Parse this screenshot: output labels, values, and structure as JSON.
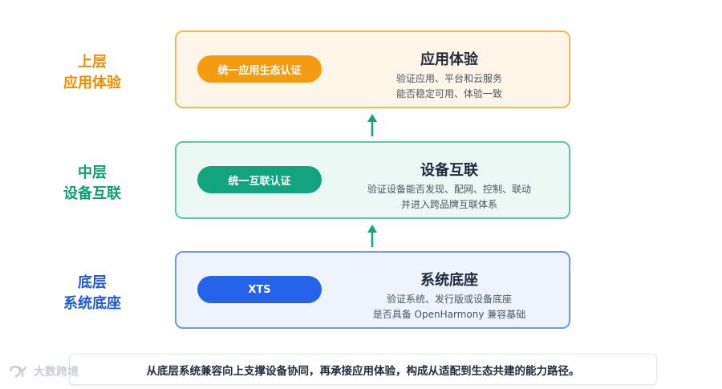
{
  "layers": [
    {
      "side_label": [
        "上层",
        "应用体验"
      ],
      "badge": "统一应用生态认证",
      "title": "应用体验",
      "desc": [
        "验证应用、平台和云服务",
        "能否稳定可用、体验一致"
      ],
      "colors": {
        "accent": "#f39c12",
        "border": "#f2b858",
        "fill": "#fdf6e8",
        "label": "#f08c00"
      }
    },
    {
      "side_label": [
        "中层",
        "设备互联"
      ],
      "badge": "统一互联认证",
      "title": "设备互联",
      "desc": [
        "验证设备能否发现、配网、控制、联动",
        "并进入跨品牌互联体系"
      ],
      "colors": {
        "accent": "#12a47e",
        "border": "#5cc7a6",
        "fill": "#ecf8f3",
        "label": "#0f9d74"
      }
    },
    {
      "side_label": [
        "底层",
        "系统底座"
      ],
      "badge": "XTS",
      "title": "系统底座",
      "desc": [
        "验证系统、发行版或设备底座",
        "是否具备 OpenHarmony 兼容基础"
      ],
      "colors": {
        "accent": "#2563eb",
        "border": "#6d9af0",
        "fill": "#eef3fd",
        "label": "#2259d6"
      }
    }
  ],
  "arrow_color": "#12a47e",
  "footer": "从底层系统兼容向上支撑设备协同，再承接应用体验，构成从适配到生态共建的能力路径。",
  "watermark": "大数跨境"
}
